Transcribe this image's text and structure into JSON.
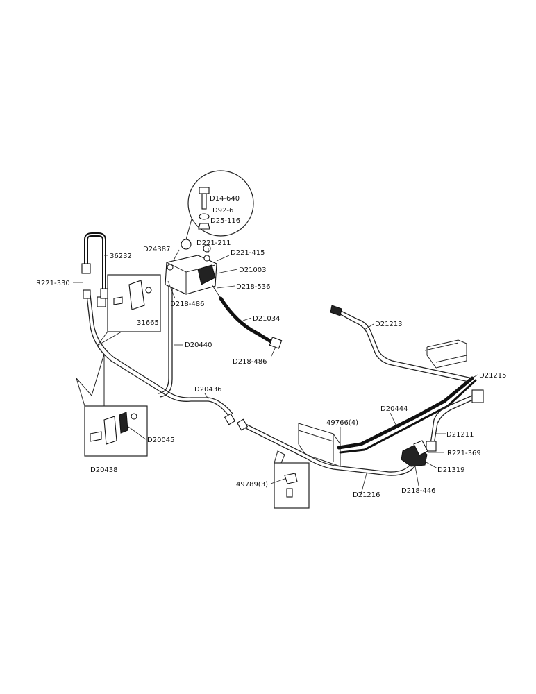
{
  "parts": {
    "d14_640": "D14-640",
    "d92_6": "D92-6",
    "d25_116": "D25-116",
    "d24387": "D24387",
    "d221_211": "D221-211",
    "d221_415": "D221-415",
    "d21003": "D21003",
    "d218_536": "D218-536",
    "d218_486_a": "D218-486",
    "d21034": "D21034",
    "d218_486_b": "D218-486",
    "r221_330": "R221-330",
    "p36232": "36232",
    "p31665": "31665",
    "d20440": "D20440",
    "d20436": "D20436",
    "d20045": "D20045",
    "d20438": "D20438",
    "d21213": "D21213",
    "d21215": "D21215",
    "d20444": "D20444",
    "p49766": "49766(4)",
    "d21211": "D21211",
    "r221_369": "R221-369",
    "d21319": "D21319",
    "d218_446": "D218-446",
    "d21216": "D21216",
    "p49789": "49789(3)"
  }
}
